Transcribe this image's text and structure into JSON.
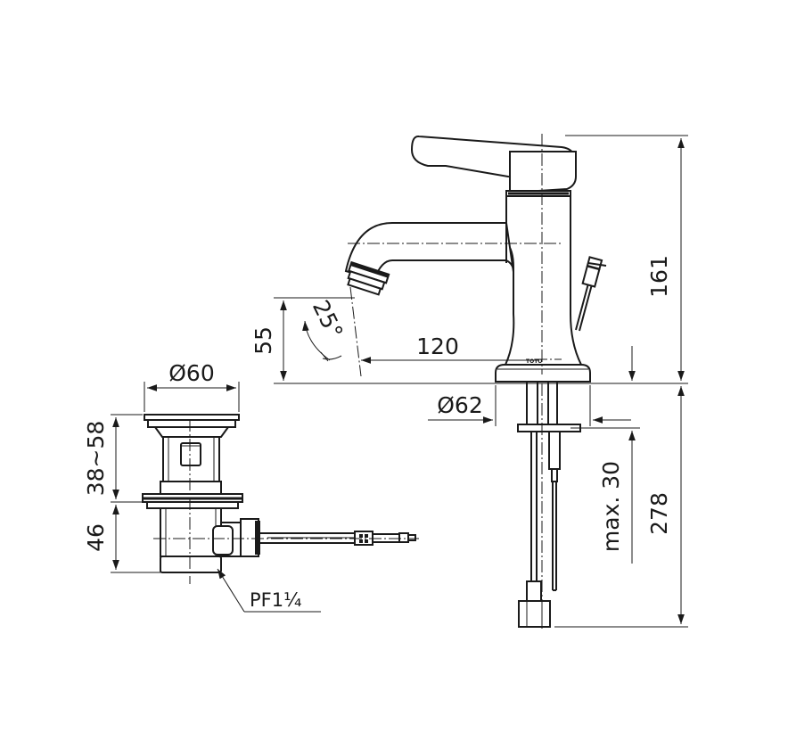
{
  "drawing": {
    "dimensions": {
      "spout_height": "55",
      "spout_angle": "25°",
      "spout_reach": "120",
      "base_diameter": "Ø62",
      "total_height": "161",
      "max_deck_thickness": "max. 30",
      "hose_length": "278",
      "waste_diameter": "Ø60",
      "waste_top_range": "38~58",
      "waste_body_height": "46",
      "waste_thread": "PF1¼"
    },
    "logo_text": "TOTO"
  }
}
